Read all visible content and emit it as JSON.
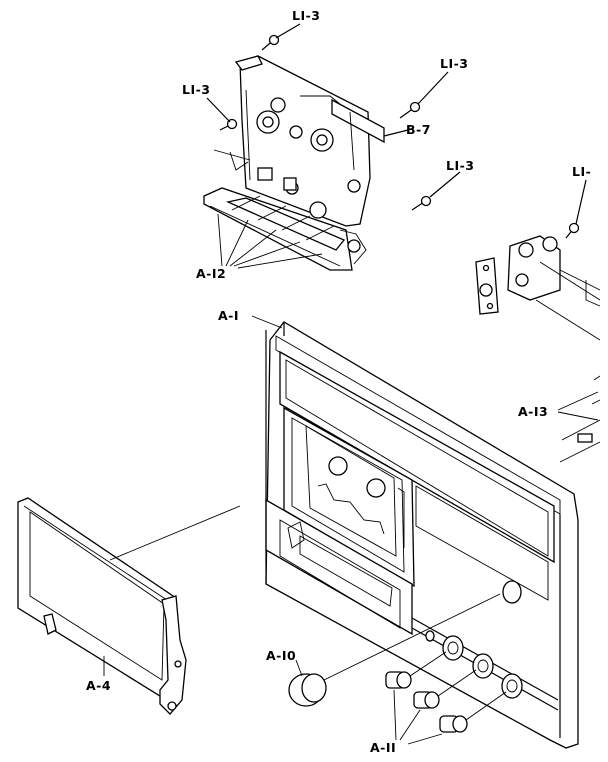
{
  "labels": {
    "l1_3_top": "LI-3",
    "l1_3_left": "LI-3",
    "l1_3_right": "LI-3",
    "l1_3_lower": "LI-3",
    "l1_partial": "LI-",
    "b7": "B-7",
    "a12": "A-I2",
    "a1": "A-I",
    "a13": "A-I3",
    "a4": "A-4",
    "a10": "A-I0",
    "a11": "A-II"
  }
}
